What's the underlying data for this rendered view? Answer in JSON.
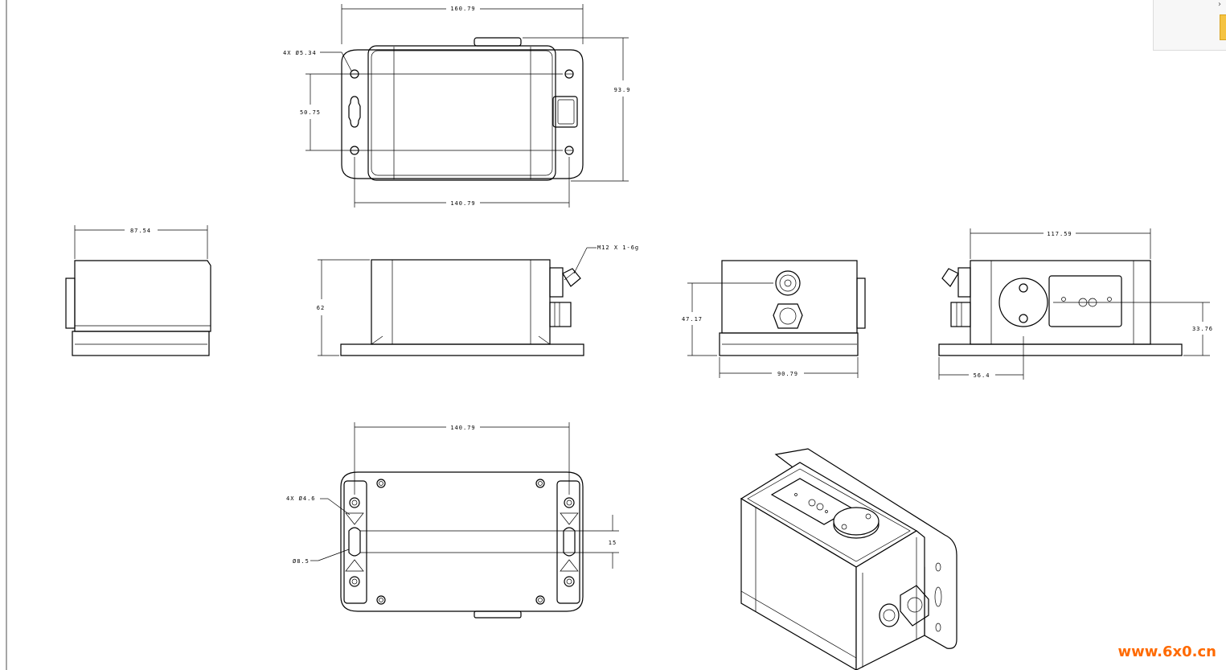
{
  "dimensions": {
    "top_width": "160.79",
    "top_height": "93.9",
    "top_hole_callout": "4X Ø5.34",
    "top_hole_spacing": "50.75",
    "top_hole_pitch": "140.79",
    "left_width": "87.54",
    "front_height": "62",
    "connector_callout": "M12 X 1-6g",
    "side_connector_height": "47.17",
    "side_width": "90.79",
    "right_width": "117.59",
    "right_center_height": "33.76",
    "right_offset": "56.4",
    "bottom_hole_pitch": "140.79",
    "bottom_hole_callout": "4X Ø4.6",
    "bottom_slot_dia": "Ø8.5",
    "bottom_slot_gap": "15"
  },
  "watermark": "www.6x0.cn",
  "colors": {
    "watermark": "#ff6a00",
    "line": "#000000"
  }
}
